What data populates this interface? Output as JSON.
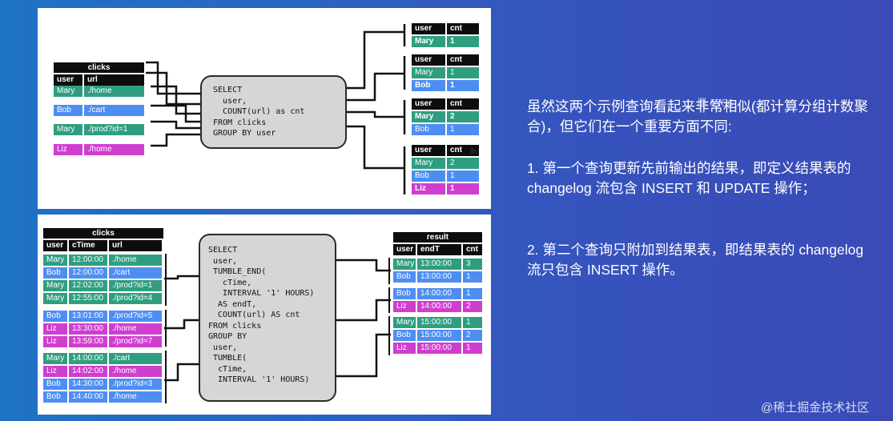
{
  "top": {
    "input": {
      "title": "clicks",
      "headers": [
        "user",
        "url"
      ],
      "rows": [
        {
          "user": "Mary",
          "url": "./home",
          "color": "teal"
        },
        {
          "user": "Bob",
          "url": "./cart",
          "color": "blue"
        },
        {
          "user": "Mary",
          "url": "./prod?id=1",
          "color": "teal"
        },
        {
          "user": "Liz",
          "url": "./home",
          "color": "mag"
        }
      ]
    },
    "query": "SELECT\n  user,\n  COUNT(url) as cnt\nFROM clicks\nGROUP BY user",
    "outputs": [
      {
        "headers": [
          "user",
          "cnt"
        ],
        "rows": [
          {
            "user": "Mary",
            "cnt": "1",
            "color": "teal",
            "bold": true
          }
        ]
      },
      {
        "headers": [
          "user",
          "cnt"
        ],
        "rows": [
          {
            "user": "Mary",
            "cnt": "1",
            "color": "teal"
          },
          {
            "user": "Bob",
            "cnt": "1",
            "color": "blue",
            "bold": true
          }
        ]
      },
      {
        "headers": [
          "user",
          "cnt"
        ],
        "rows": [
          {
            "user": "Mary",
            "cnt": "2",
            "color": "teal",
            "bold": true
          },
          {
            "user": "Bob",
            "cnt": "1",
            "color": "blue"
          }
        ]
      },
      {
        "headers": [
          "user",
          "cnt"
        ],
        "rows": [
          {
            "user": "Mary",
            "cnt": "2",
            "color": "teal"
          },
          {
            "user": "Bob",
            "cnt": "1",
            "color": "blue"
          },
          {
            "user": "Liz",
            "cnt": "1",
            "color": "mag",
            "bold": true
          }
        ]
      }
    ]
  },
  "bottom": {
    "input": {
      "title": "clicks",
      "headers": [
        "user",
        "cTime",
        "url"
      ],
      "rows": [
        {
          "user": "Mary",
          "cTime": "12:00:00",
          "url": "./home",
          "color": "teal"
        },
        {
          "user": "Bob",
          "cTime": "12:00:00",
          "url": "./cart",
          "color": "blue"
        },
        {
          "user": "Mary",
          "cTime": "12:02:00",
          "url": "./prod?id=1",
          "color": "teal"
        },
        {
          "user": "Mary",
          "cTime": "12:55:00",
          "url": "./prod?id=4",
          "color": "teal"
        },
        {
          "user": "Bob",
          "cTime": "13:01:00",
          "url": "./prod?id=5",
          "color": "blue"
        },
        {
          "user": "Liz",
          "cTime": "13:30:00",
          "url": "./home",
          "color": "mag"
        },
        {
          "user": "Liz",
          "cTime": "13:59:00",
          "url": "./prod?id=7",
          "color": "mag"
        },
        {
          "user": "Mary",
          "cTime": "14:00:00",
          "url": "./cart",
          "color": "teal"
        },
        {
          "user": "Liz",
          "cTime": "14:02:00",
          "url": "./home",
          "color": "mag"
        },
        {
          "user": "Bob",
          "cTime": "14:30:00",
          "url": "./prod?id=3",
          "color": "blue"
        },
        {
          "user": "Bob",
          "cTime": "14:40:00",
          "url": "./home",
          "color": "blue"
        }
      ]
    },
    "query": "SELECT\n user,\n TUMBLE_END(\n   cTime,\n   INTERVAL '1' HOURS)\n  AS endT,\n  COUNT(url) AS cnt\nFROM clicks\nGROUP BY\n user,\n TUMBLE(\n  cTime,\n  INTERVAL '1' HOURS)",
    "result": {
      "title": "result",
      "headers": [
        "user",
        "endT",
        "cnt"
      ],
      "rows": [
        {
          "user": "Mary",
          "endT": "13:00:00",
          "cnt": "3",
          "color": "teal"
        },
        {
          "user": "Bob",
          "endT": "13:00:00",
          "cnt": "1",
          "color": "blue"
        },
        {
          "user": "Bob",
          "endT": "14:00:00",
          "cnt": "1",
          "color": "blue"
        },
        {
          "user": "Liz",
          "endT": "14:00:00",
          "cnt": "2",
          "color": "mag"
        },
        {
          "user": "Mary",
          "endT": "15:00:00",
          "cnt": "1",
          "color": "teal"
        },
        {
          "user": "Bob",
          "endT": "15:00:00",
          "cnt": "2",
          "color": "blue"
        },
        {
          "user": "Liz",
          "endT": "15:00:00",
          "cnt": "1",
          "color": "mag"
        }
      ]
    }
  },
  "description": {
    "p1": "虽然这两个示例查询看起来非常相似(都计算分组计数聚合)，但它们在一个重要方面不同:",
    "p2": "1. 第一个查询更新先前输出的结果，即定义结果表的 changelog 流包含 INSERT 和 UPDATE 操作；",
    "p3": "2. 第二个查询只附加到结果表，即结果表的 changelog 流只包含 INSERT 操作。"
  },
  "watermarks": [
    "墨 5756",
    "@稀土掘金技术社区"
  ],
  "colors": {
    "teal": "#2f9e80",
    "blue": "#4e8ef3",
    "mag": "#cf3ecf",
    "header": "#0d0d0d",
    "query_bg": "#d6d6d6"
  }
}
